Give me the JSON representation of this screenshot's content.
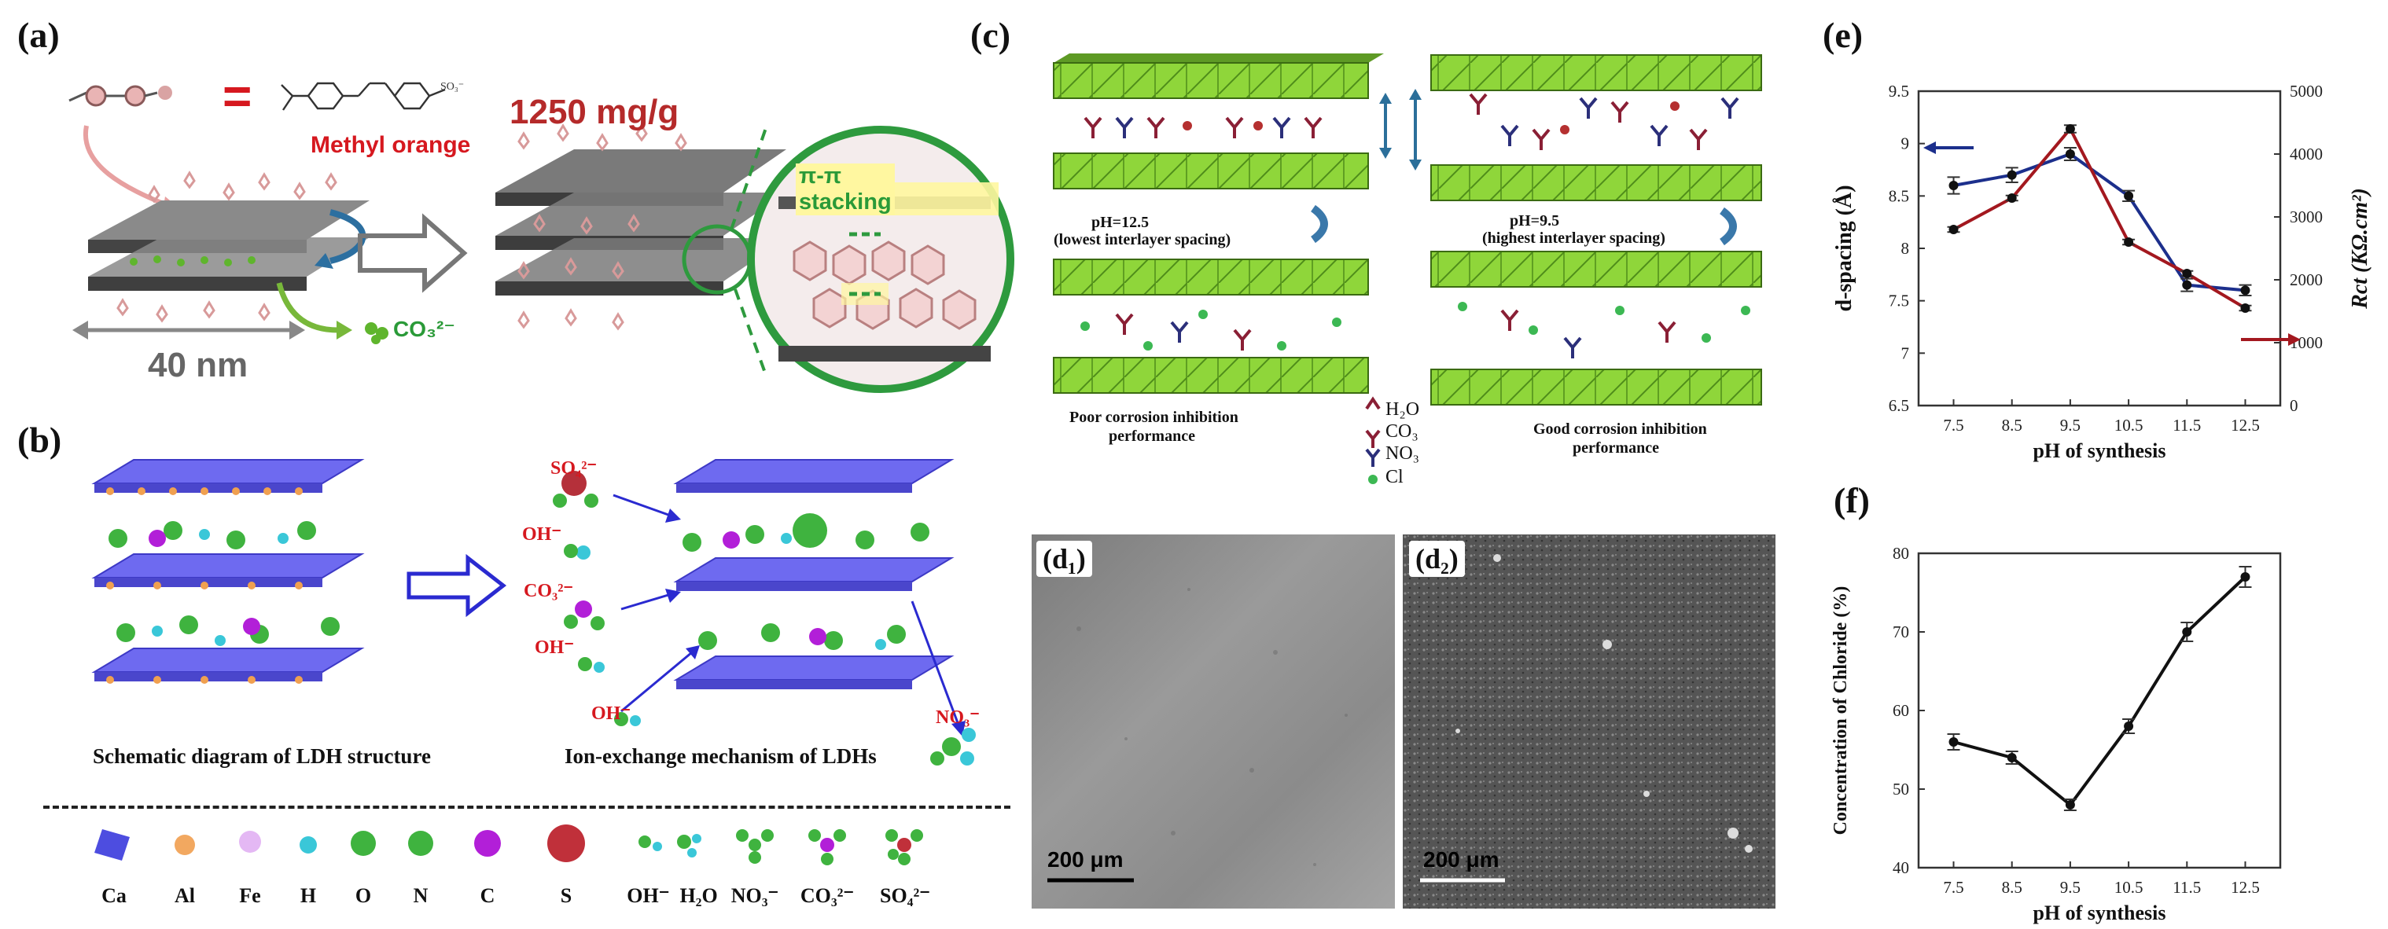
{
  "panels": {
    "a": {
      "label": "(a)",
      "equals": "=",
      "dye_name": "Methyl orange",
      "capacity": "1250 mg/g",
      "stacking": "π-π stacking",
      "size": "40 nm",
      "anion": "CO₃²⁻",
      "sulfonate": "SO₃⁻"
    },
    "b": {
      "label": "(b)",
      "caption_left": "Schematic diagram of LDH structure",
      "caption_right": "Ion-exchange mechanism of LDHs",
      "ions": {
        "so4": "SO₄²⁻",
        "oh1": "OH⁻",
        "co3": "CO₃²⁻",
        "oh2": "OH⁻",
        "oh3": "OH⁻",
        "no3": "NO₃⁻"
      },
      "legend": [
        "Ca",
        "Al",
        "Fe",
        "H",
        "O",
        "N",
        "C",
        "S",
        "OH⁻  H₂O",
        "NO₃⁻",
        "CO₃²⁻",
        "SO₄²⁻"
      ]
    },
    "c": {
      "label": "(c)",
      "left_ph": "pH=12.5",
      "left_ph_note": "(lowest interlayer spacing)",
      "right_ph": "pH=9.5",
      "right_ph_note": "(highest interlayer spacing)",
      "poor_line1": "Poor corrosion inhibition",
      "poor_line2": "performance",
      "good_line1": "Good corrosion inhibition",
      "good_line2": "performance",
      "legend": [
        "H₂O",
        "CO₃",
        "NO₃",
        "Cl"
      ]
    },
    "d1": {
      "label": "(d₁)",
      "scale": "200 μm"
    },
    "d2": {
      "label": "(d₂)",
      "scale": "200 μm"
    },
    "e": {
      "label": "(e)"
    },
    "f": {
      "label": "(f)"
    }
  },
  "chart_data": [
    {
      "type": "line",
      "panel": "e",
      "x": [
        7.5,
        8.5,
        9.5,
        10.5,
        11.5,
        12.5
      ],
      "xlabel": "pH of synthesis",
      "ylabel": "d-spacing (Å)",
      "ylabel2": "Rct (KΩ.cm²)",
      "ylim": [
        6.5,
        9.5
      ],
      "ylim2": [
        0,
        5000
      ],
      "yticks": [
        "6.5",
        "7",
        "7.5",
        "8",
        "8.5",
        "9",
        "9.5"
      ],
      "yticks2": [
        "0",
        "1000",
        "2000",
        "3000",
        "4000",
        "5000"
      ],
      "xticks": [
        "7.5",
        "8.5",
        "9.5",
        "10.5",
        "11.5",
        "12.5"
      ],
      "series": [
        {
          "axis": "left",
          "color": "#1c2f8c",
          "values": [
            8.6,
            8.7,
            8.9,
            8.5,
            7.65,
            7.6
          ],
          "errors": [
            0.08,
            0.07,
            0.06,
            0.05,
            0.06,
            0.05
          ]
        },
        {
          "axis": "right",
          "color": "#a3181f",
          "values": [
            2800,
            3300,
            4400,
            2600,
            2100,
            1550
          ],
          "errors": [
            40,
            40,
            60,
            40,
            40,
            40
          ]
        }
      ],
      "grid": false
    },
    {
      "type": "line",
      "panel": "f",
      "x": [
        7.5,
        8.5,
        9.5,
        10.5,
        11.5,
        12.5
      ],
      "xlabel": "pH of synthesis",
      "ylabel": "Concentration of Chloride (%)",
      "ylim": [
        40,
        80
      ],
      "yticks": [
        "40",
        "50",
        "60",
        "70",
        "80"
      ],
      "xticks": [
        "7.5",
        "8.5",
        "9.5",
        "10.5",
        "11.5",
        "12.5"
      ],
      "series": [
        {
          "color": "#111111",
          "values": [
            56,
            54,
            48,
            58,
            70,
            77
          ],
          "errors": [
            1,
            0.8,
            0.7,
            0.9,
            1.2,
            1.3
          ]
        }
      ],
      "grid": false
    }
  ],
  "colors": {
    "ldh_blue": "#5b57e6",
    "ldh_green": "#8fd63a",
    "gray_sheet": "#7c7c7c",
    "red_text": "#d6181f",
    "green_text": "#1f9a2a",
    "axis_red": "#a3181f",
    "axis_blue": "#1c2f8c"
  }
}
